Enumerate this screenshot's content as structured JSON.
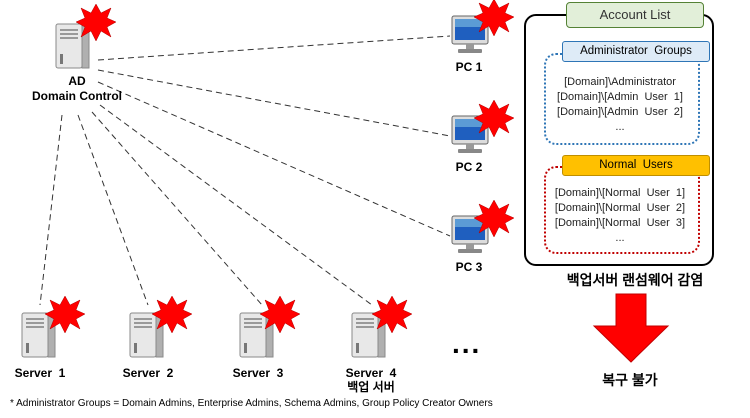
{
  "domain_controller": {
    "label_line1": "AD",
    "label_line2": "Domain Control"
  },
  "pcs": [
    {
      "label": "PC 1"
    },
    {
      "label": "PC 2"
    },
    {
      "label": "PC 3"
    }
  ],
  "servers": [
    {
      "label": "Server  1",
      "sublabel": ""
    },
    {
      "label": "Server  2",
      "sublabel": ""
    },
    {
      "label": "Server  3",
      "sublabel": ""
    },
    {
      "label": "Server  4",
      "sublabel": "백업 서버"
    }
  ],
  "more_indicator": "...",
  "account_list": {
    "title": "Account List",
    "admin_group": {
      "title": "Administrator  Groups",
      "entries": [
        "[Domain]\\Administrator",
        "[Domain]\\[Admin  User  1]",
        "[Domain]\\[Admin  User  2]",
        "..."
      ]
    },
    "normal_group": {
      "title": "Normal  Users",
      "entries": [
        "[Domain]\\[Normal  User  1]",
        "[Domain]\\[Normal  User  2]",
        "[Domain]\\[Normal  User  3]",
        "..."
      ]
    }
  },
  "infection_caption": "백업서버 랜섬웨어 감염",
  "recovery_caption": "복구 불가",
  "footnote": "* Administrator Groups = Domain Admins, Enterprise Admins, Schema Admins, Group Policy Creator Owners",
  "colors": {
    "burst": "#ff0000",
    "arrow": "#ff0000",
    "admin_border": "#2e75b6",
    "normal_border": "#c00000",
    "title_fill": "#e2efd9",
    "normal_fill": "#ffc000"
  }
}
